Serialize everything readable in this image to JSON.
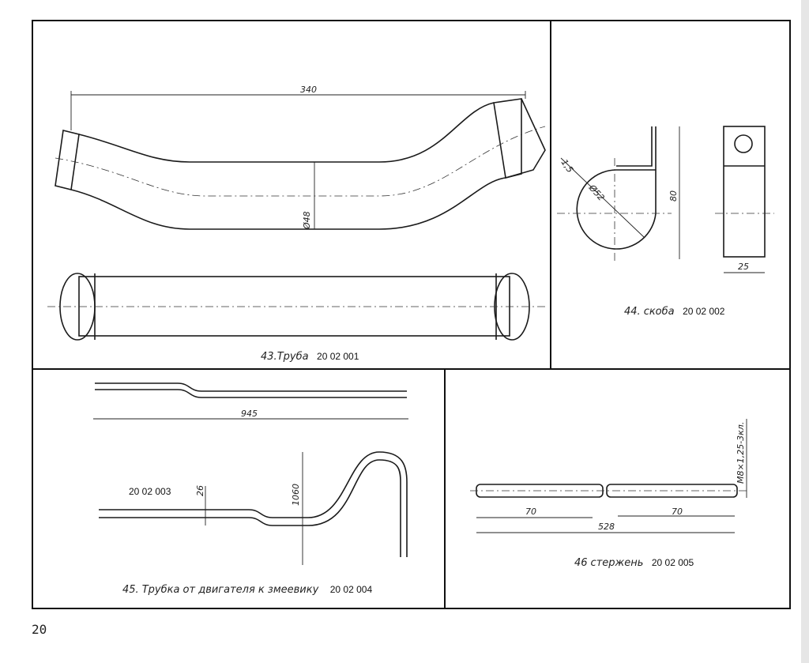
{
  "page_number": "20",
  "parts": [
    {
      "number": "43.",
      "name": "Труба",
      "code": "20 02 001",
      "dimensions": [
        "340",
        "Ø48"
      ]
    },
    {
      "number": "44.",
      "name": "скоба",
      "code": "20 02 002",
      "dimensions": [
        "1,5",
        "Ø52",
        "80",
        "25"
      ]
    },
    {
      "number": "45.",
      "name": "Трубка от двигателя к змеевику",
      "code": "20 02 004",
      "extra_code": "20 02 003",
      "dimensions": [
        "945",
        "26",
        "1060"
      ]
    },
    {
      "number": "46",
      "name": "стержень",
      "code": "20 02 005",
      "dimensions": [
        "70",
        "70",
        "528",
        "M8×1,25-3кл."
      ]
    }
  ]
}
